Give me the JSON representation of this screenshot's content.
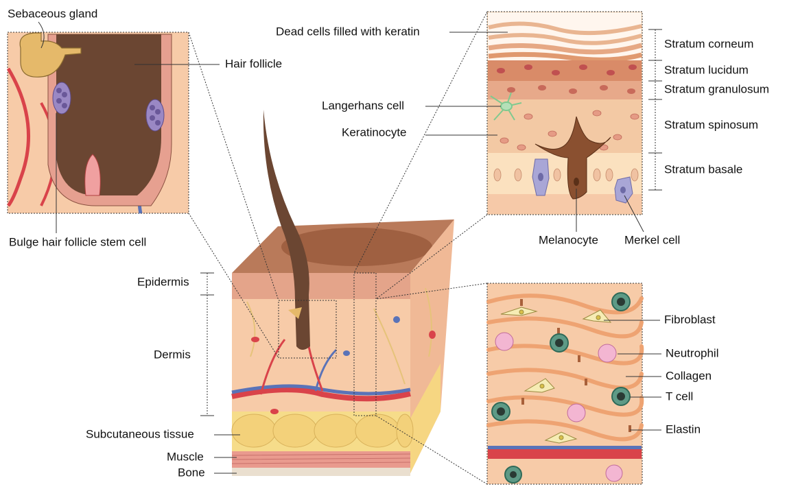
{
  "labels": {
    "sebaceous_gland": "Sebaceous gland",
    "hair_follicle": "Hair follicle",
    "bulge_stem_cell": "Bulge hair follicle stem cell",
    "dead_cells": "Dead cells filled with keratin",
    "langerhans": "Langerhans cell",
    "keratinocyte": "Keratinocyte",
    "melanocyte": "Melanocyte",
    "merkel": "Merkel cell",
    "epidermis": "Epidermis",
    "dermis": "Dermis",
    "subcutaneous": "Subcutaneous tissue",
    "muscle": "Muscle",
    "bone": "Bone",
    "fibroblast": "Fibroblast",
    "neutrophil": "Neutrophil",
    "collagen": "Collagen",
    "t_cell": "T cell",
    "elastin": "Elastin"
  },
  "strata": [
    "Stratum corneum",
    "Stratum lucidum",
    "Stratum granulosum",
    "Stratum spinosum",
    "Stratum basale"
  ],
  "colors": {
    "skin": "#f6c9a8",
    "epidermis_top": "#b06a4c",
    "hair": "#6b4632",
    "fat": "#f6dc8a",
    "muscle": "#e99a8e",
    "bone": "#eadfcf",
    "artery": "#d9434a",
    "vein": "#5a73b8",
    "collagen": "#eea372",
    "stem_cell": "#9a88c4",
    "tcell": "#5e9a86"
  }
}
